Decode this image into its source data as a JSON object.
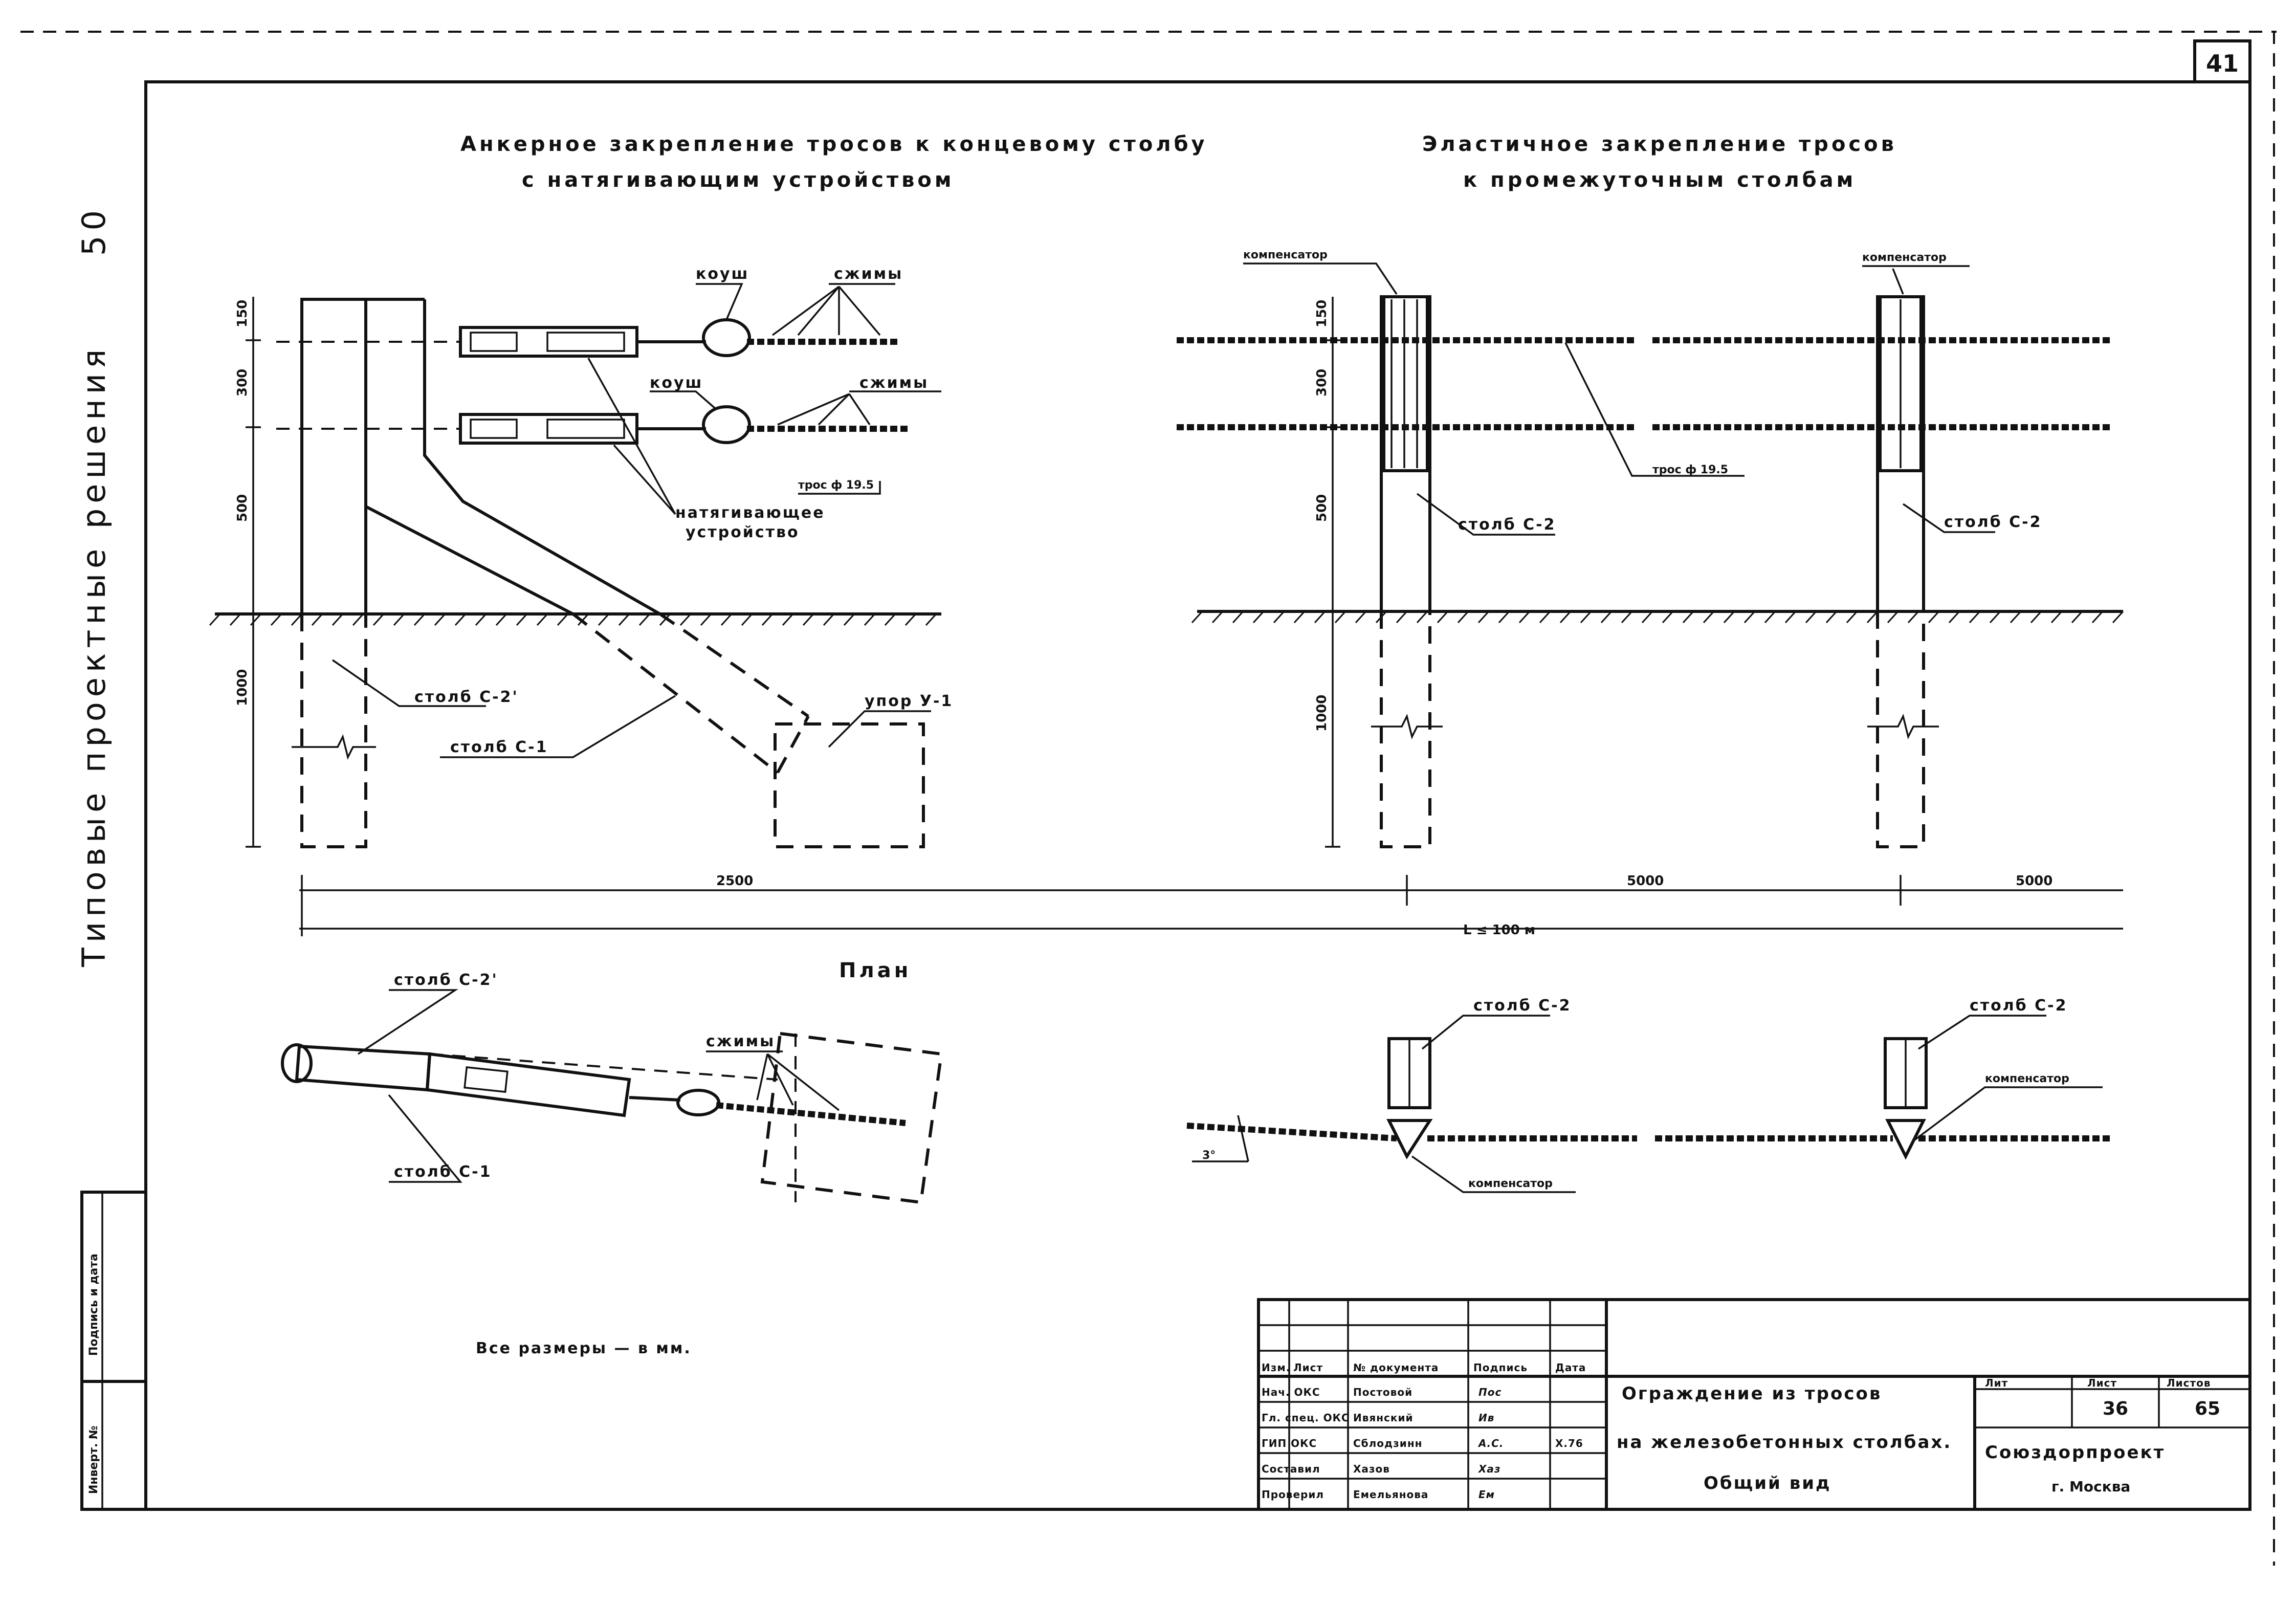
{
  "page_number": "41",
  "side_title": "Типовые проектные решения",
  "side_code": "50",
  "side_sheet_marks": {
    "signature_date": "Подпись и дата",
    "inv_no": "Инверт. №"
  },
  "titles": {
    "anchor_line1": "Анкерное закрепление тросов к концевому столбу",
    "anchor_line2": "с натягивающим устройством",
    "elastic_line1": "Эластичное закрепление тросов",
    "elastic_line2": "к промежуточным столбам",
    "plan": "План"
  },
  "labels": {
    "kaush_1": "коуш",
    "kaush_2": "коуш",
    "szhimy_1": "сжимы",
    "szhimy_2": "сжимы",
    "szhimy_plan": "сжимы",
    "rope_left": "трос ф 19.5",
    "rope_right": "трос ф 19.5",
    "tensioner_1": "натягивающее",
    "tensioner_2": "устройство",
    "post_c2_prime": "столб С-2'",
    "post_c1": "столб С-1",
    "stop_u1": "упор У-1",
    "compensator_1": "компенсатор",
    "compensator_2": "компенсатор",
    "compensator_3": "компенсатор",
    "compensator_4": "компенсатор",
    "post_c2_a": "столб С-2",
    "post_c2_b": "столб С-2",
    "post_c2_c": "столб С-2",
    "post_c2_d": "столб С-2",
    "plan_post_c2_prime": "столб С-2'",
    "plan_post_c1": "столб С-1",
    "angle": "3°",
    "note": "Все размеры — в мм."
  },
  "dimensions": {
    "d150_a": "150",
    "d300_a": "300",
    "d500_a": "500",
    "d1000_a": "1000",
    "d150_b": "150",
    "d300_b": "300",
    "d500_b": "500",
    "d1000_b": "1000",
    "span_2500": "2500",
    "span_5000_a": "5000",
    "span_5000_b": "5000",
    "total_L": "L ≤ 100 м"
  },
  "stamp": {
    "headers": [
      "Изм.",
      "Лист",
      "№ документа",
      "Подпись",
      "Дата"
    ],
    "rows": [
      {
        "role": "Нач. ОКС",
        "name": "Постовой",
        "sign": "Пос",
        "date": ""
      },
      {
        "role": "Гл. спец. ОКС",
        "name": "Ивянский",
        "sign": "Ив",
        "date": ""
      },
      {
        "role": "ГИП ОКС",
        "name": "Сблодзинн",
        "sign": "А.С.",
        "date": "X.76"
      },
      {
        "role": "Составил",
        "name": "Хазов",
        "sign": "Хаз",
        "date": ""
      },
      {
        "role": "Проверил",
        "name": "Емельянова",
        "sign": "Ем",
        "date": ""
      }
    ],
    "title_line1": "Ограждение из тросов",
    "title_line2": "на железобетонных столбах.",
    "title_line3": "Общий вид",
    "col_lit": "Лит",
    "col_list": "Лист",
    "col_listov": "Листов",
    "list_value": "36",
    "listov_value": "65",
    "org": "Союздорпроект",
    "city": "г. Москва"
  }
}
